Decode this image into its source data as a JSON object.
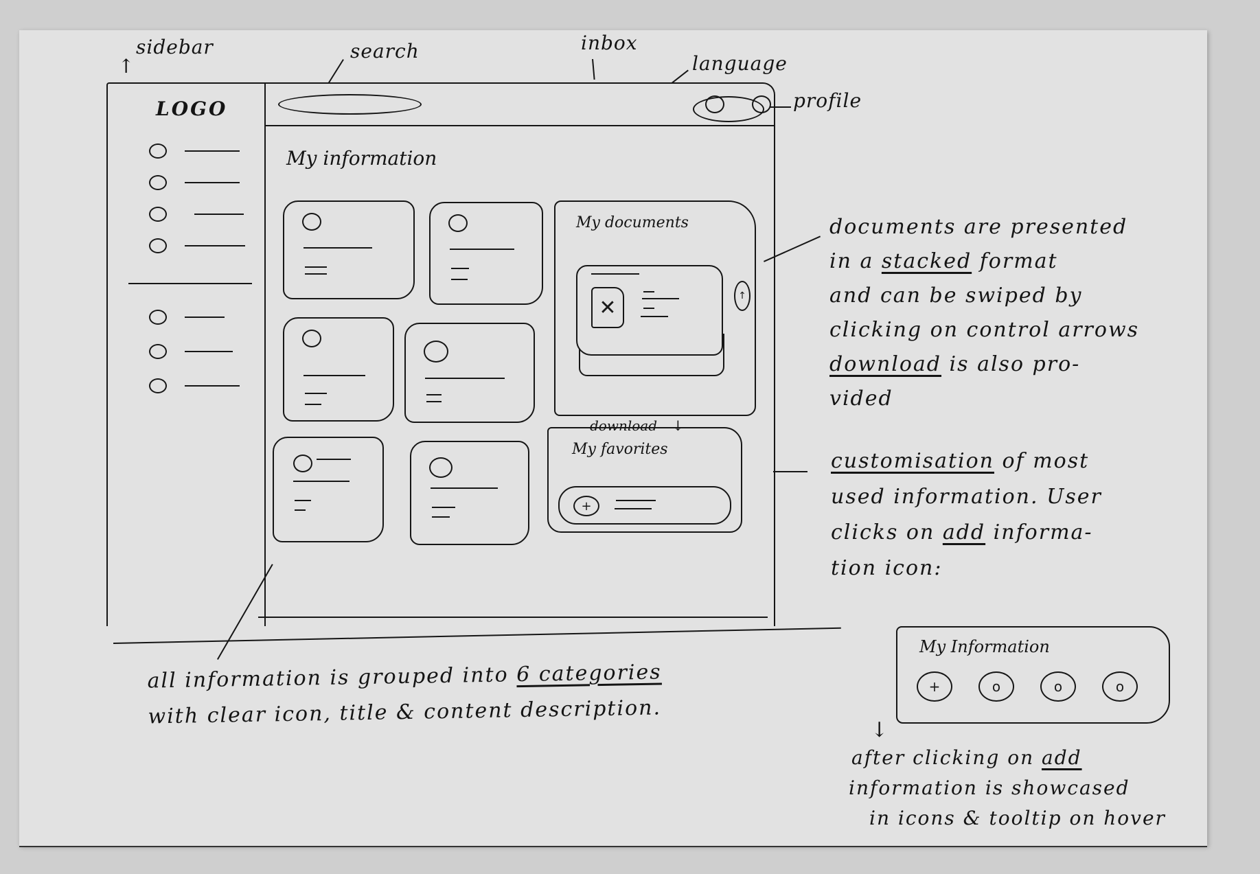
{
  "wireframe": {
    "sidebar": {
      "logo": "LOGO",
      "primary_items": [
        {
          "icon": "circle-icon",
          "label": "—"
        },
        {
          "icon": "circle-icon",
          "label": "—"
        },
        {
          "icon": "circle-icon",
          "label": "—"
        },
        {
          "icon": "circle-icon",
          "label": "—"
        }
      ],
      "secondary_items": [
        {
          "icon": "circle-icon",
          "label": "—"
        },
        {
          "icon": "circle-icon",
          "label": "—"
        },
        {
          "icon": "circle-icon",
          "label": "—"
        }
      ]
    },
    "topbar": {
      "search": "search-field",
      "icons": [
        "inbox-icon",
        "language-icon"
      ],
      "profile": "profile-pill"
    },
    "page_title": "My information",
    "category_cards": [
      {
        "icon": "circle-icon"
      },
      {
        "icon": "circle-icon"
      },
      {
        "icon": "circle-icon"
      },
      {
        "icon": "circle-icon"
      },
      {
        "icon": "circle-icon"
      },
      {
        "icon": "circle-icon"
      }
    ],
    "documents_panel": {
      "title": "My documents",
      "thumb_glyph": "✕",
      "download_label": "download",
      "download_glyph": "↓",
      "control_arrow_glyph": "↑"
    },
    "favorites_panel": {
      "title": "My favorites",
      "add_glyph": "+"
    }
  },
  "annotations": {
    "sidebar": "sidebar",
    "search": "search",
    "inbox": "inbox",
    "language": "language",
    "profile": "profile",
    "documents_note": {
      "line1_a": "documents are presented",
      "line2_a": "in a ",
      "line2_u": "stacked",
      "line2_b": " format",
      "line3": "and can be swiped by",
      "line4": "clicking on control arrows",
      "line5_u": "download",
      "line5_b": " is also pro-",
      "line6": "vided"
    },
    "customisation_note": {
      "line1_u": "customisation",
      "line1_b": " of most",
      "line2": "used information. User",
      "line3_a": "clicks on ",
      "line3_u": "add",
      "line3_b": " informa-",
      "line4": "tion icon:"
    },
    "categories_note": {
      "line1_a": "all information is grouped into ",
      "line1_u": "6 categories",
      "line2": "with clear icon, title & content description."
    },
    "example_box": {
      "title": "My Information",
      "icons": [
        "+",
        "o",
        "o",
        "o"
      ]
    },
    "after_note": {
      "line1_a": "after clicking on ",
      "line1_u": "add",
      "line2": "information is showcased",
      "line3": "in icons & tooltip on hover"
    }
  }
}
